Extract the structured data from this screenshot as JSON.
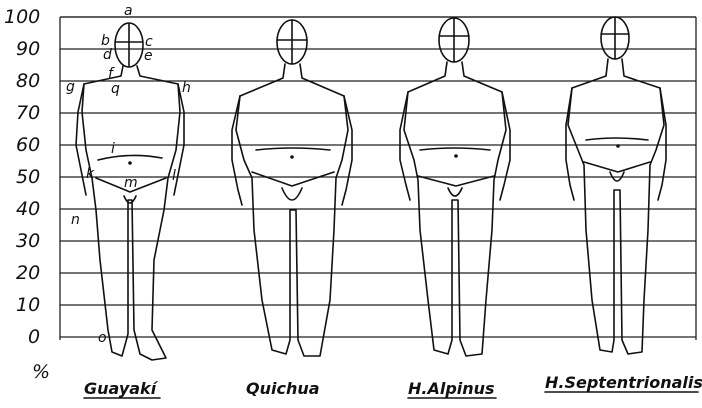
{
  "scale": {
    "ticks": [
      "100",
      "90",
      "80",
      "70",
      "60",
      "50",
      "40",
      "30",
      "20",
      "10",
      "0"
    ],
    "unit": "%"
  },
  "letters": [
    "a",
    "b",
    "c",
    "d",
    "e",
    "f",
    "g",
    "h",
    "q",
    "i",
    "k",
    "l",
    "m",
    "n",
    "o"
  ],
  "captions": [
    "Guayakí",
    "Quichua",
    "H.Alpinus",
    "H.Septentrionalis"
  ]
}
